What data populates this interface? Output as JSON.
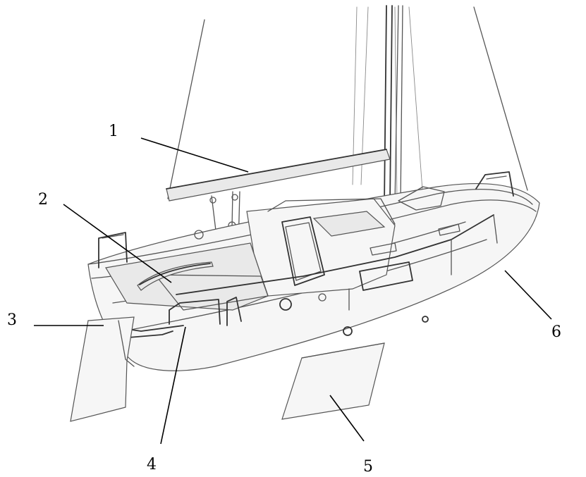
{
  "callouts": [
    {
      "id": "1",
      "text": "1"
    },
    {
      "id": "2",
      "text": "2"
    },
    {
      "id": "3",
      "text": "3"
    },
    {
      "id": "4",
      "text": "4"
    },
    {
      "id": "5",
      "text": "5"
    },
    {
      "id": "6",
      "text": "6"
    }
  ]
}
